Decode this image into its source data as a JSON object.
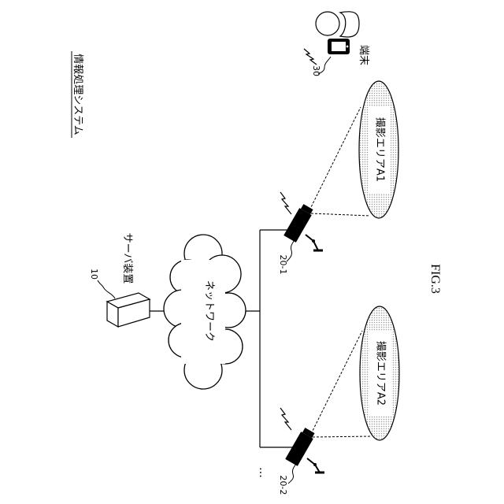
{
  "diagram": {
    "title": "情報処理システム",
    "figure_label": "FIG.3",
    "server": {
      "ref": "10",
      "label": "サーバ装置"
    },
    "network": {
      "label": "ネットワーク"
    },
    "terminal": {
      "ref": "30",
      "label": "端末"
    },
    "camera_1": {
      "ref": "20-1",
      "area_label": "撮影エリアA1"
    },
    "camera_2": {
      "ref": "20-2",
      "area_label": "撮影エリアA2"
    },
    "ellipsis": "…"
  }
}
